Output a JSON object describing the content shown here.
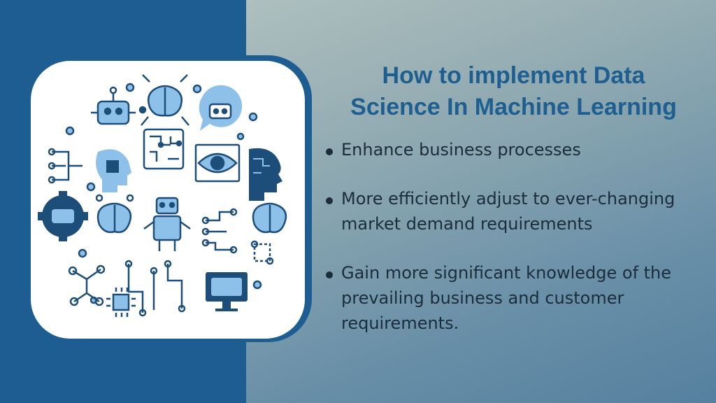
{
  "slide": {
    "title_line1": "How to implement Data",
    "title_line2": "Science In Machine Learning",
    "bullets": [
      {
        "line1": "Enhance business processes",
        "line2": "",
        "line3": ""
      },
      {
        "line1": "More efficiently adjust to ever-changing",
        "line2": "market demand requirements",
        "line3": ""
      },
      {
        "line1": "Gain more significant knowledge of the",
        "line2": "prevailing business and customer",
        "line3": "requirements."
      }
    ]
  },
  "colors": {
    "left_panel": "#1d5d92",
    "title": "#1f5f8f",
    "icon_dark": "#1d4e79",
    "icon_light": "#8ec1ea"
  },
  "illustration": {
    "icons": [
      "robot-icon",
      "brain-circuit-icon",
      "chat-robot-icon",
      "head-chip-icon",
      "circuit-board-icon",
      "eye-icon",
      "ai-head-icon",
      "gear-robot-icon",
      "brain-icon",
      "humanoid-robot-icon",
      "network-icon",
      "monitor-robot-icon",
      "chip-icon"
    ]
  }
}
